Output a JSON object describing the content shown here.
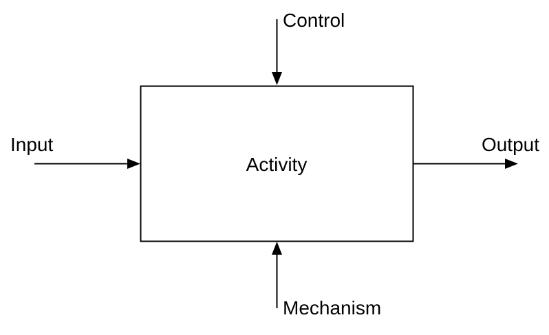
{
  "diagram": {
    "type": "IDEF0 function box",
    "activity": "Activity",
    "input": "Input",
    "output": "Output",
    "control": "Control",
    "mechanism": "Mechanism",
    "line_color": "#000000",
    "background": "#ffffff"
  }
}
